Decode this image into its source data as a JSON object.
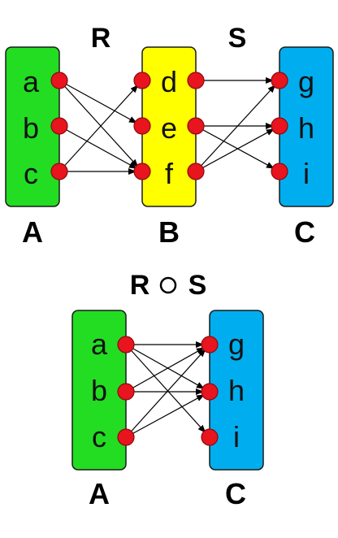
{
  "colors": {
    "set_a": "#22dd22",
    "set_b": "#ffff00",
    "set_c": "#00aeef",
    "dot": "#e8141e"
  },
  "top": {
    "relation_r": "R",
    "relation_s": "S",
    "set_a": {
      "name": "A",
      "elements": [
        "a",
        "b",
        "c"
      ]
    },
    "set_b": {
      "name": "B",
      "elements": [
        "d",
        "e",
        "f"
      ]
    },
    "set_c": {
      "name": "C",
      "elements": [
        "g",
        "h",
        "i"
      ]
    },
    "r_pairs": [
      [
        "a",
        "e"
      ],
      [
        "a",
        "f"
      ],
      [
        "b",
        "f"
      ],
      [
        "c",
        "d"
      ],
      [
        "c",
        "f"
      ]
    ],
    "s_pairs": [
      [
        "d",
        "g"
      ],
      [
        "e",
        "h"
      ],
      [
        "e",
        "i"
      ],
      [
        "f",
        "g"
      ],
      [
        "f",
        "h"
      ]
    ]
  },
  "bottom": {
    "left": "R",
    "operator_icon": "composition-circle-icon",
    "right": "S",
    "set_a": {
      "name": "A",
      "elements": [
        "a",
        "b",
        "c"
      ]
    },
    "set_c": {
      "name": "C",
      "elements": [
        "g",
        "h",
        "i"
      ]
    },
    "pairs": [
      [
        "a",
        "g"
      ],
      [
        "a",
        "h"
      ],
      [
        "b",
        "g"
      ],
      [
        "b",
        "h"
      ],
      [
        "c",
        "g"
      ],
      [
        "c",
        "h"
      ],
      [
        "a",
        "i"
      ]
    ]
  }
}
